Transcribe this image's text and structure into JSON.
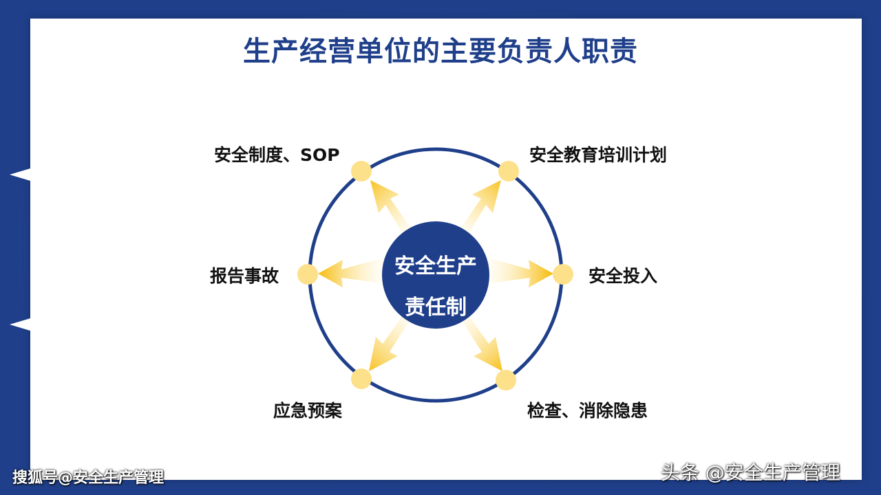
{
  "title": "生产经营单位的主要负责人职责",
  "center": {
    "line1": "安全生产",
    "line2": "责任制"
  },
  "nodes": [
    {
      "id": "sop",
      "label": "安全制度、SOP"
    },
    {
      "id": "training",
      "label": "安全教育培训计划"
    },
    {
      "id": "investment",
      "label": "安全投入"
    },
    {
      "id": "inspection",
      "label": "检查、消除隐患"
    },
    {
      "id": "emergency",
      "label": "应急预案"
    },
    {
      "id": "report",
      "label": "报告事故"
    }
  ],
  "watermarks": {
    "left": "搜狐号@安全生产管理",
    "right": "头条 @安全生产管理"
  },
  "colors": {
    "border": "#1f3f8a",
    "ring": "#1f3f8a",
    "center_fill": "#1f3f8a",
    "node_fill": "#fde08a",
    "arrow_head": "#f6b800",
    "title": "#1f3f8a"
  }
}
